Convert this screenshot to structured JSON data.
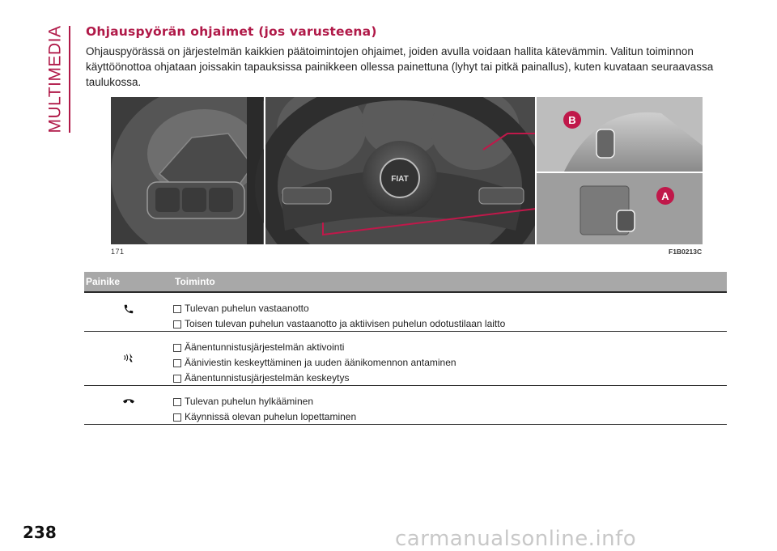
{
  "section_label": "MULTIMEDIA",
  "heading": "Ohjauspyörän ohjaimet (jos varusteena)",
  "intro": "Ohjauspyörässä on järjestelmän kaikkien päätoimintojen ohjaimet, joiden avulla voidaan hallita kätevämmin. Valitun toiminnon käyttöönottoa ohjataan joissakin tapauksissa painikkeen ollessa painettuna (lyhyt tai pitkä painallus), kuten kuvataan seuraavassa taulukossa.",
  "figure": {
    "number": "171",
    "code": "F1B0213C",
    "callout_a": "A",
    "callout_b": "B",
    "badge_text": "FIAT"
  },
  "table": {
    "header_button": "Painike",
    "header_function": "Toiminto",
    "rows": [
      {
        "icon": "phone-answer-icon",
        "items": [
          "Tulevan puhelun vastaanotto",
          "Toisen tulevan puhelun vastaanotto ja aktiivisen puhelun odotustilaan laitto"
        ]
      },
      {
        "icon": "voice-command-icon",
        "items": [
          "Äänentunnistusjärjestelmän aktivointi",
          "Ääniviestin keskeyttäminen ja uuden äänikomennon antaminen",
          "Äänentunnistusjärjestelmän keskeytys"
        ]
      },
      {
        "icon": "phone-hangup-icon",
        "items": [
          "Tulevan puhelun hylkääminen",
          "Käynnissä olevan puhelun lopettaminen"
        ]
      }
    ]
  },
  "page_number": "238",
  "watermark": "carmanualsonline.info",
  "colors": {
    "accent": "#b01948",
    "table_header": "#a8a8a8"
  }
}
